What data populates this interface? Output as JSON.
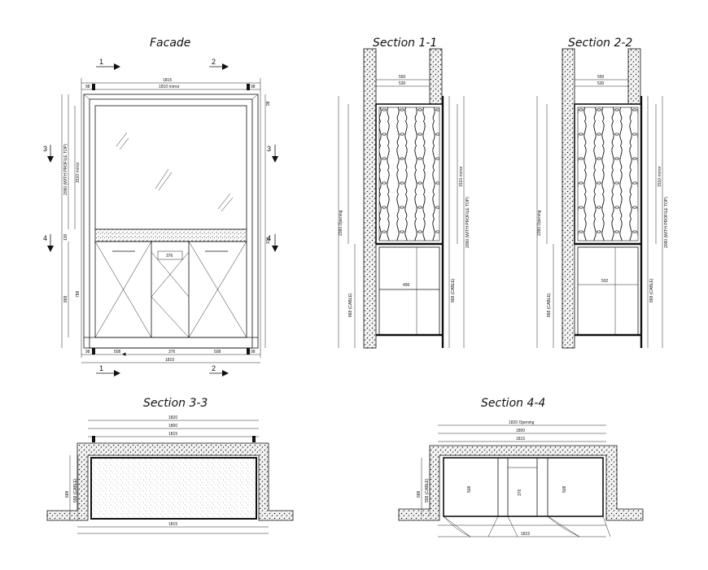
{
  "titles": {
    "facade": "Facade",
    "section_1_1": "Section 1-1",
    "section_2_2": "Section 2-2",
    "section_3_3": "Section 3-3",
    "section_4_4": "Section 4-4"
  },
  "cut_markers": {
    "m1": "1",
    "m2": "2",
    "m3": "3",
    "m4": "4"
  },
  "facade_dims": {
    "overall_width": "1815",
    "mirror_width": "1810 mirror",
    "side": "98",
    "mirror_height": "1510 mirror",
    "height_label": "2090 (WITH PROFILE TOP)",
    "counter": "100",
    "door_left": "508",
    "door_mid": "376",
    "door_right": "508",
    "cabinet_height": "868",
    "cabinet_inner": "788",
    "bottom_total": "1815",
    "base": "98"
  },
  "section_dims": {
    "top_a": "550",
    "top_b": "530",
    "opening": "2380 Opening",
    "mirror": "1510 mirror",
    "profile": "2090 (WITH PROFILE TOP)",
    "cabinet": "868 (CABLE)",
    "shelf": "496",
    "shelf_b": "502"
  },
  "plan_dims": {
    "opening_3": "1820",
    "inner_3": "1800",
    "profile_3": "1815",
    "depth_3": "688",
    "depth_cable": "558 (CABLE)",
    "bottom_3": "1815",
    "opening_4": "1820 Opening",
    "inner_4": "1800",
    "profile_4": "1815",
    "part_a": "508",
    "part_b": "376",
    "part_c": "508",
    "bottom_4": "1815"
  }
}
